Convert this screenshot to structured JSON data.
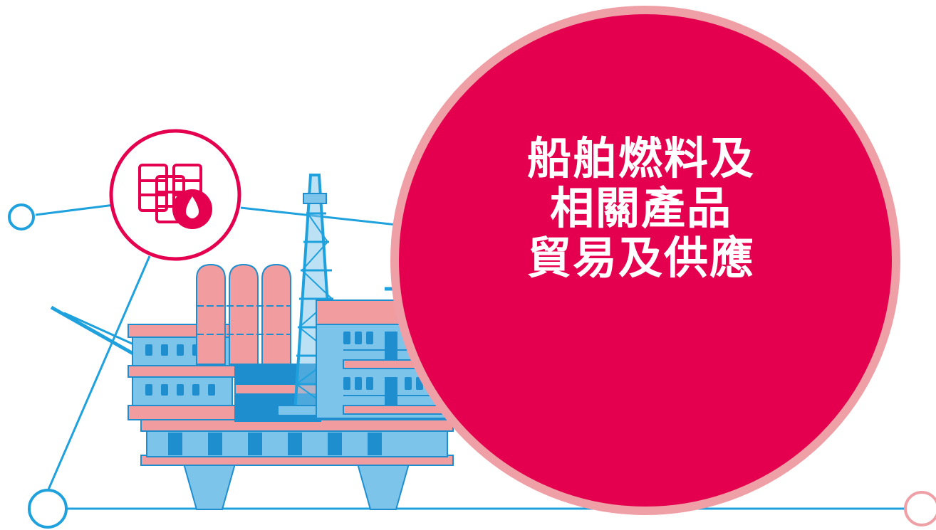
{
  "headline": {
    "line1": "船舶燃料及",
    "line2": "相關產品",
    "line3": "貿易及供應"
  },
  "icons": {
    "badge": "oil-barrels-drop-icon",
    "illustration": "offshore-oil-platform-icon"
  },
  "colors": {
    "accent": "#E4004F",
    "circle_border": "#EFA0A6",
    "line_blue": "#1EA1DD",
    "platform_light_blue": "#7CC4EA",
    "platform_pink": "#F19C9E",
    "platform_dark_blue": "#1E8ECF"
  }
}
